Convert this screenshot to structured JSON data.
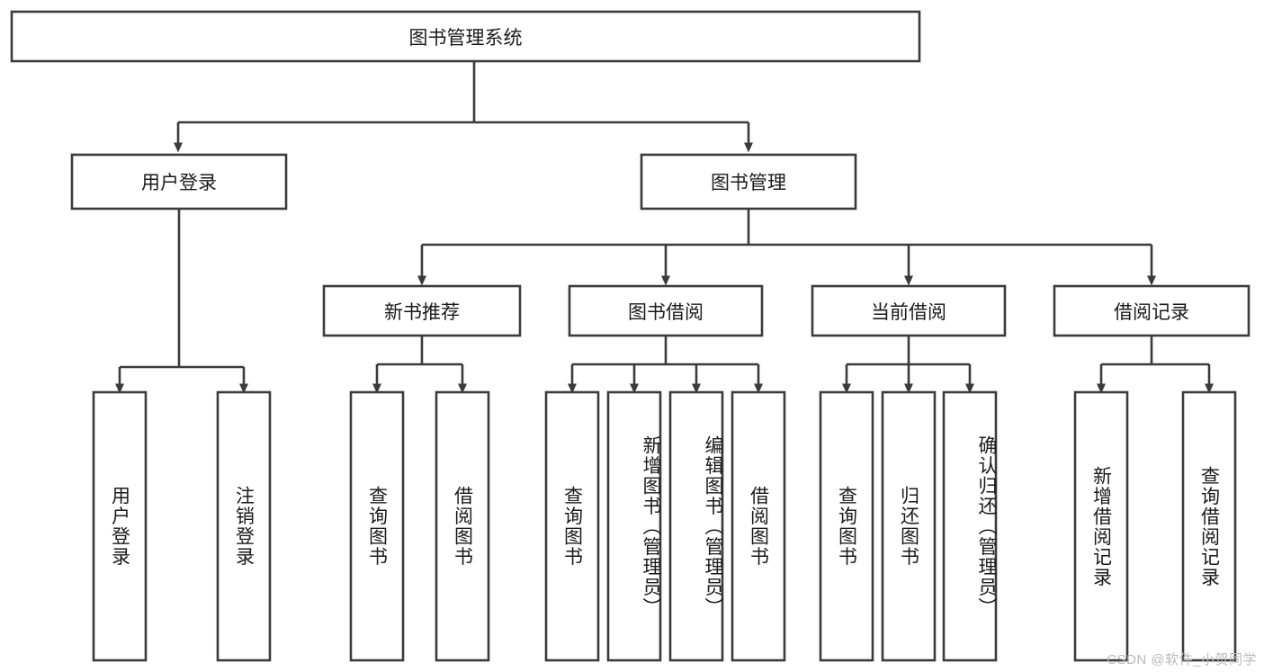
{
  "diagram": {
    "type": "tree",
    "title": "图书管理系统",
    "root": {
      "label": "图书管理系统"
    },
    "level2": [
      {
        "label": "用户登录"
      },
      {
        "label": "图书管理"
      }
    ],
    "level3": [
      {
        "label": "新书推荐"
      },
      {
        "label": "图书借阅"
      },
      {
        "label": "当前借阅"
      },
      {
        "label": "借阅记录"
      }
    ],
    "leaves": {
      "user_login": [
        "用户登录",
        "注销登录"
      ],
      "new_book": [
        "查询图书",
        "借阅图书"
      ],
      "book_borrow": [
        "查询图书",
        "新增图书（管理员）",
        "编辑图书（管理员）",
        "借阅图书"
      ],
      "current_borrow": [
        "查询图书",
        "归还图书",
        "确认归还（管理员）"
      ],
      "borrow_record": [
        "新增借阅记录",
        "查询借阅记录"
      ]
    }
  },
  "watermark": {
    "text": "CSDN @软件_小贺同学"
  },
  "colors": {
    "stroke": "#3b3b3b",
    "fill": "#ffffff",
    "text": "#1a1a1a",
    "watermark": "#b9b9b9",
    "background": "#ffffff"
  }
}
